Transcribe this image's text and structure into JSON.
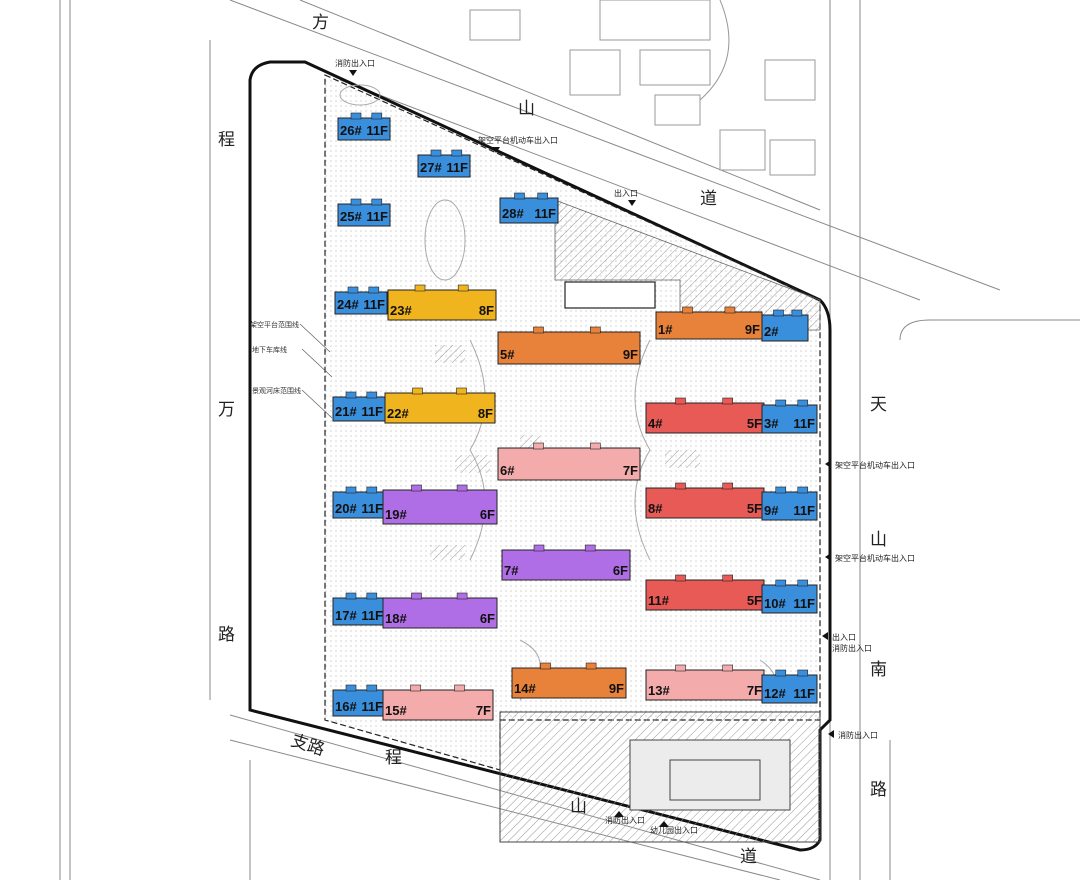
{
  "colors": {
    "blue": "#3a8fdc",
    "gold": "#f0b41e",
    "orange": "#e8823a",
    "red": "#e85a55",
    "pink": "#f3acab",
    "purple": "#b06ee6",
    "hatch": "#c8c8c8"
  },
  "roads": [
    {
      "text": "方"
    },
    {
      "text": "山"
    },
    {
      "text": "道"
    },
    {
      "text": "程"
    },
    {
      "text": "万"
    },
    {
      "text": "路"
    },
    {
      "text": "天"
    },
    {
      "text": "山"
    },
    {
      "text": "南"
    },
    {
      "text": "路"
    },
    {
      "text": "支路"
    },
    {
      "text": "程"
    },
    {
      "text": "山"
    },
    {
      "text": "道"
    }
  ],
  "entries": [
    {
      "text": "消防出入口"
    },
    {
      "text": "架空平台机动车出入口"
    },
    {
      "text": "出入口"
    },
    {
      "text": "架空平台机动车出入口"
    },
    {
      "text": "架空平台机动车出入口"
    },
    {
      "text": "出入口"
    },
    {
      "text": "消防出入口"
    },
    {
      "text": "消防出入口"
    },
    {
      "text": "消防出入口"
    },
    {
      "text": "幼儿园出入口"
    }
  ],
  "legend_notes": [
    {
      "text": "架空平台范围线"
    },
    {
      "text": "地下车库线"
    },
    {
      "text": "景观河床范围线"
    }
  ],
  "buildings": [
    {
      "num": "26#",
      "floors": "11F",
      "color": "blue"
    },
    {
      "num": "27#",
      "floors": "11F",
      "color": "blue"
    },
    {
      "num": "25#",
      "floors": "11F",
      "color": "blue"
    },
    {
      "num": "28#",
      "floors": "11F",
      "color": "blue"
    },
    {
      "num": "24#",
      "floors": "11F",
      "color": "blue"
    },
    {
      "num": "23#",
      "floors": "8F",
      "color": "gold"
    },
    {
      "num": "1#",
      "floors": "9F",
      "color": "orange"
    },
    {
      "num": "2#",
      "floors": "",
      "color": "blue"
    },
    {
      "num": "5#",
      "floors": "9F",
      "color": "orange"
    },
    {
      "num": "21#",
      "floors": "11F",
      "color": "blue"
    },
    {
      "num": "22#",
      "floors": "8F",
      "color": "gold"
    },
    {
      "num": "4#",
      "floors": "5F",
      "color": "red"
    },
    {
      "num": "3#",
      "floors": "11F",
      "color": "blue"
    },
    {
      "num": "6#",
      "floors": "7F",
      "color": "pink"
    },
    {
      "num": "20#",
      "floors": "11F",
      "color": "blue"
    },
    {
      "num": "19#",
      "floors": "6F",
      "color": "purple"
    },
    {
      "num": "8#",
      "floors": "5F",
      "color": "red"
    },
    {
      "num": "9#",
      "floors": "11F",
      "color": "blue"
    },
    {
      "num": "7#",
      "floors": "6F",
      "color": "purple"
    },
    {
      "num": "11#",
      "floors": "5F",
      "color": "red"
    },
    {
      "num": "10#",
      "floors": "11F",
      "color": "blue"
    },
    {
      "num": "17#",
      "floors": "11F",
      "color": "blue"
    },
    {
      "num": "18#",
      "floors": "6F",
      "color": "purple"
    },
    {
      "num": "14#",
      "floors": "9F",
      "color": "orange"
    },
    {
      "num": "13#",
      "floors": "7F",
      "color": "pink"
    },
    {
      "num": "12#",
      "floors": "11F",
      "color": "blue"
    },
    {
      "num": "16#",
      "floors": "11F",
      "color": "blue"
    },
    {
      "num": "15#",
      "floors": "7F",
      "color": "pink"
    }
  ]
}
